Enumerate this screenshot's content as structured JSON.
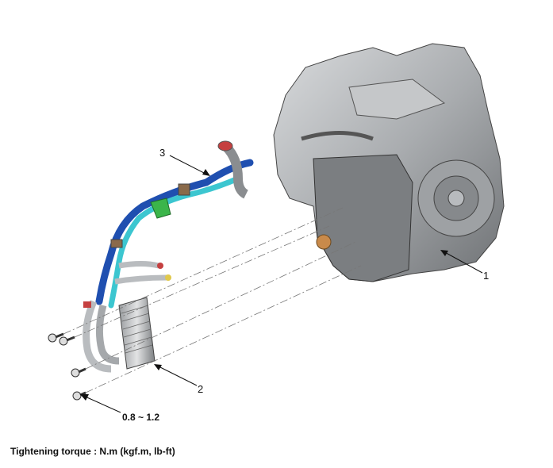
{
  "callouts": {
    "transmission": "1",
    "oil_cooler": "2",
    "cooler_hose": "3"
  },
  "torque_value": "0.8 ~ 1.2",
  "caption": "Tightening torque : N.m (kgf.m, lb-ft)",
  "colors": {
    "hose_blue": "#1f4fb0",
    "hose_cyan": "#3cc6d0",
    "bracket_green": "#3bb54a",
    "metal": "#b9bcbf"
  }
}
